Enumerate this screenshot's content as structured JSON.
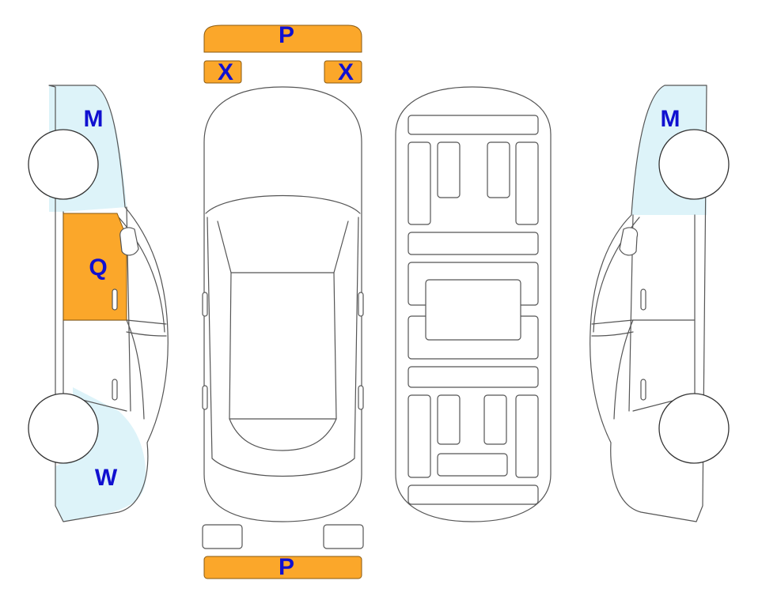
{
  "colors": {
    "damage_fill": "#FBA72A",
    "damage_stroke": "#8a5a10",
    "light_zone": "#DDF3F9",
    "label": "#1010D0",
    "outline": "#555555"
  },
  "marks": {
    "front_bumper": "P",
    "rear_bumper": "P",
    "left_fog": "X",
    "right_fog": "X",
    "left_front_fender": "M",
    "left_front_door": "Q",
    "left_rear_quarter": "W",
    "right_front_fender": "M"
  }
}
